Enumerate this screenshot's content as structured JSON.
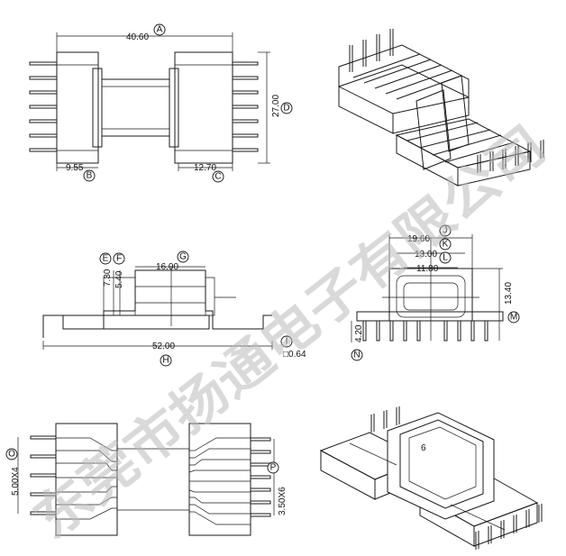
{
  "dimensions": {
    "A": {
      "letter": "A",
      "value": "40.60"
    },
    "B": {
      "letter": "B",
      "value": "9.55"
    },
    "C": {
      "letter": "C",
      "value": "12.70"
    },
    "D": {
      "letter": "D",
      "value": "27.00"
    },
    "E": {
      "letter": "E",
      "value": "7.30"
    },
    "F": {
      "letter": "F",
      "value": "5.40"
    },
    "G": {
      "letter": "G",
      "value": "16.00"
    },
    "H": {
      "letter": "H",
      "value": "52.00"
    },
    "I": {
      "letter": "I",
      "value": "□0.64"
    },
    "J": {
      "letter": "J",
      "value": "19.60"
    },
    "K": {
      "letter": "K",
      "value": "13.00"
    },
    "L": {
      "letter": "L",
      "value": "11.80"
    },
    "M": {
      "letter": "M",
      "value": "13.40"
    },
    "N": {
      "letter": "N",
      "value": "4.20"
    },
    "O": {
      "letter": "O",
      "value": "5.00X4"
    },
    "P": {
      "letter": "P",
      "value": "3.50X6"
    }
  },
  "page_number": "6",
  "watermark": "东莞市扬通电子有限公司",
  "colors": {
    "line": "#1a1a1a",
    "watermark": "#b9b9b9",
    "background": "#ffffff"
  }
}
